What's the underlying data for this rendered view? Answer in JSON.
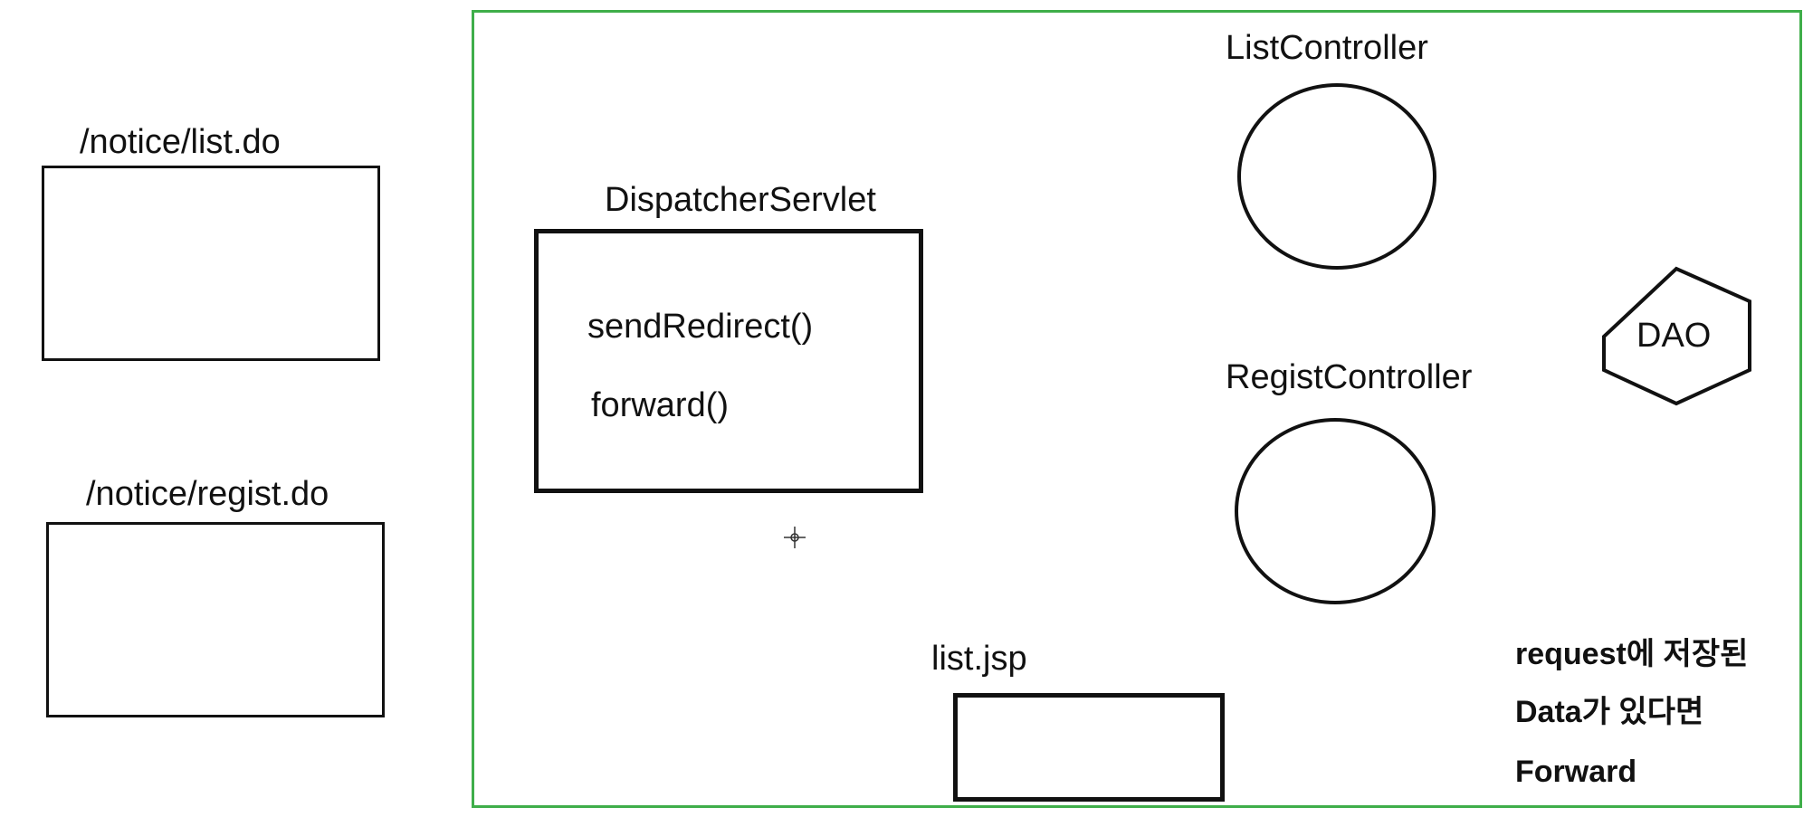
{
  "left": {
    "list_url": "/notice/list.do",
    "regist_url": "/notice/regist.do"
  },
  "dispatcher": {
    "title": "DispatcherServlet",
    "method1": "sendRedirect()",
    "method2": "forward()"
  },
  "controllers": {
    "list": "ListController",
    "regist": "RegistController"
  },
  "dao": {
    "label": "DAO"
  },
  "view": {
    "label": "list.jsp"
  },
  "note": {
    "line1": "request에 저장된",
    "line2": "Data가 있다면",
    "line3": "Forward"
  },
  "colors": {
    "frame": "#3fae4a",
    "stroke": "#111111"
  },
  "icons": {
    "cursor": "crosshair-cursor-icon"
  }
}
